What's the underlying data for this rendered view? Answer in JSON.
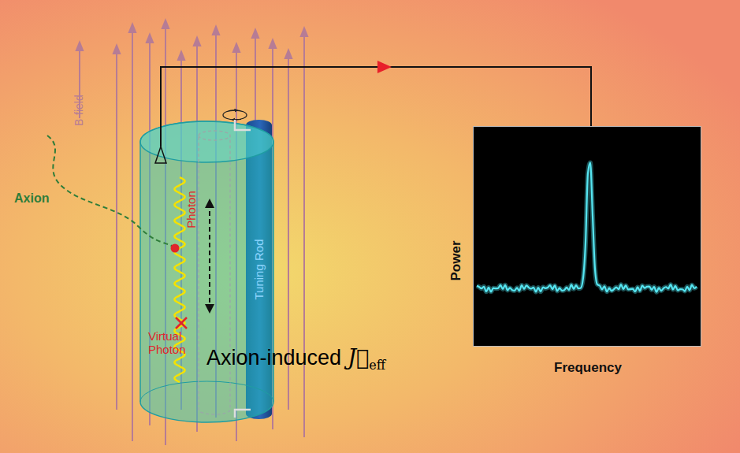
{
  "diagram": {
    "nodes": [
      {
        "text": [
          "Photon",
          "Virtual Photon"
        ]
      },
      {
        "text": [
          "Tuning Rod"
        ],
        "in": 0
      },
      {
        "text": [
          "Power",
          "Frequency"
        ]
      }
    ],
    "edges": [
      {
        "from": 0,
        "to": 2,
        "arrow": "to"
      }
    ],
    "labels": [
      "B-field",
      "Axion",
      "Axion-induced",
      "J⃗",
      "eff"
    ]
  }
}
